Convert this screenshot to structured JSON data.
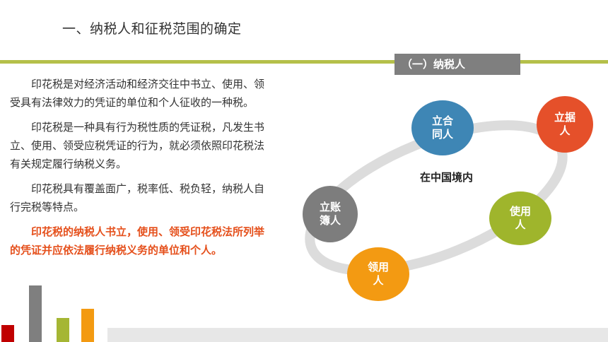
{
  "title": "一、纳税人和征税范围的确定",
  "section_tag": "（一）纳税人",
  "paragraphs": [
    "印花税是对经济活动和经济交往中书立、使用、领受具有法律效力的凭证的单位和个人征收的一种税。",
    "印花税是一种具有行为税性质的凭证税，凡发生书立、使用、领受应税凭证的行为，就必须依照印花税法有关规定履行纳税义务。",
    "印花税具有覆盖面广，税率低、税负轻，纳税人自行完税等特点。"
  ],
  "highlight": "印花税的纳税人书立，使用、领受印花税法所列举的凭证并应依法履行纳税义务的单位和个人。",
  "diagram": {
    "center": "在中国境内",
    "nodes": {
      "contract": "立合同人",
      "document": "立据人",
      "user": "使用人",
      "recipient": "领用人",
      "ledger": "立账簿人"
    }
  },
  "colors": {
    "accent_line": "#b5c04a",
    "tag_bg": "#7f7f7f",
    "highlight_text": "#e5501c",
    "node_blue": "#3e86b5",
    "node_red": "#e5502a",
    "node_green": "#9fb52c",
    "node_orange": "#f39a12",
    "node_gray": "#7d7d7d",
    "bar_red": "#c00000",
    "bar_gray": "#7f7f7f",
    "bar_green": "#a5b634",
    "bar_orange": "#f39a12"
  }
}
